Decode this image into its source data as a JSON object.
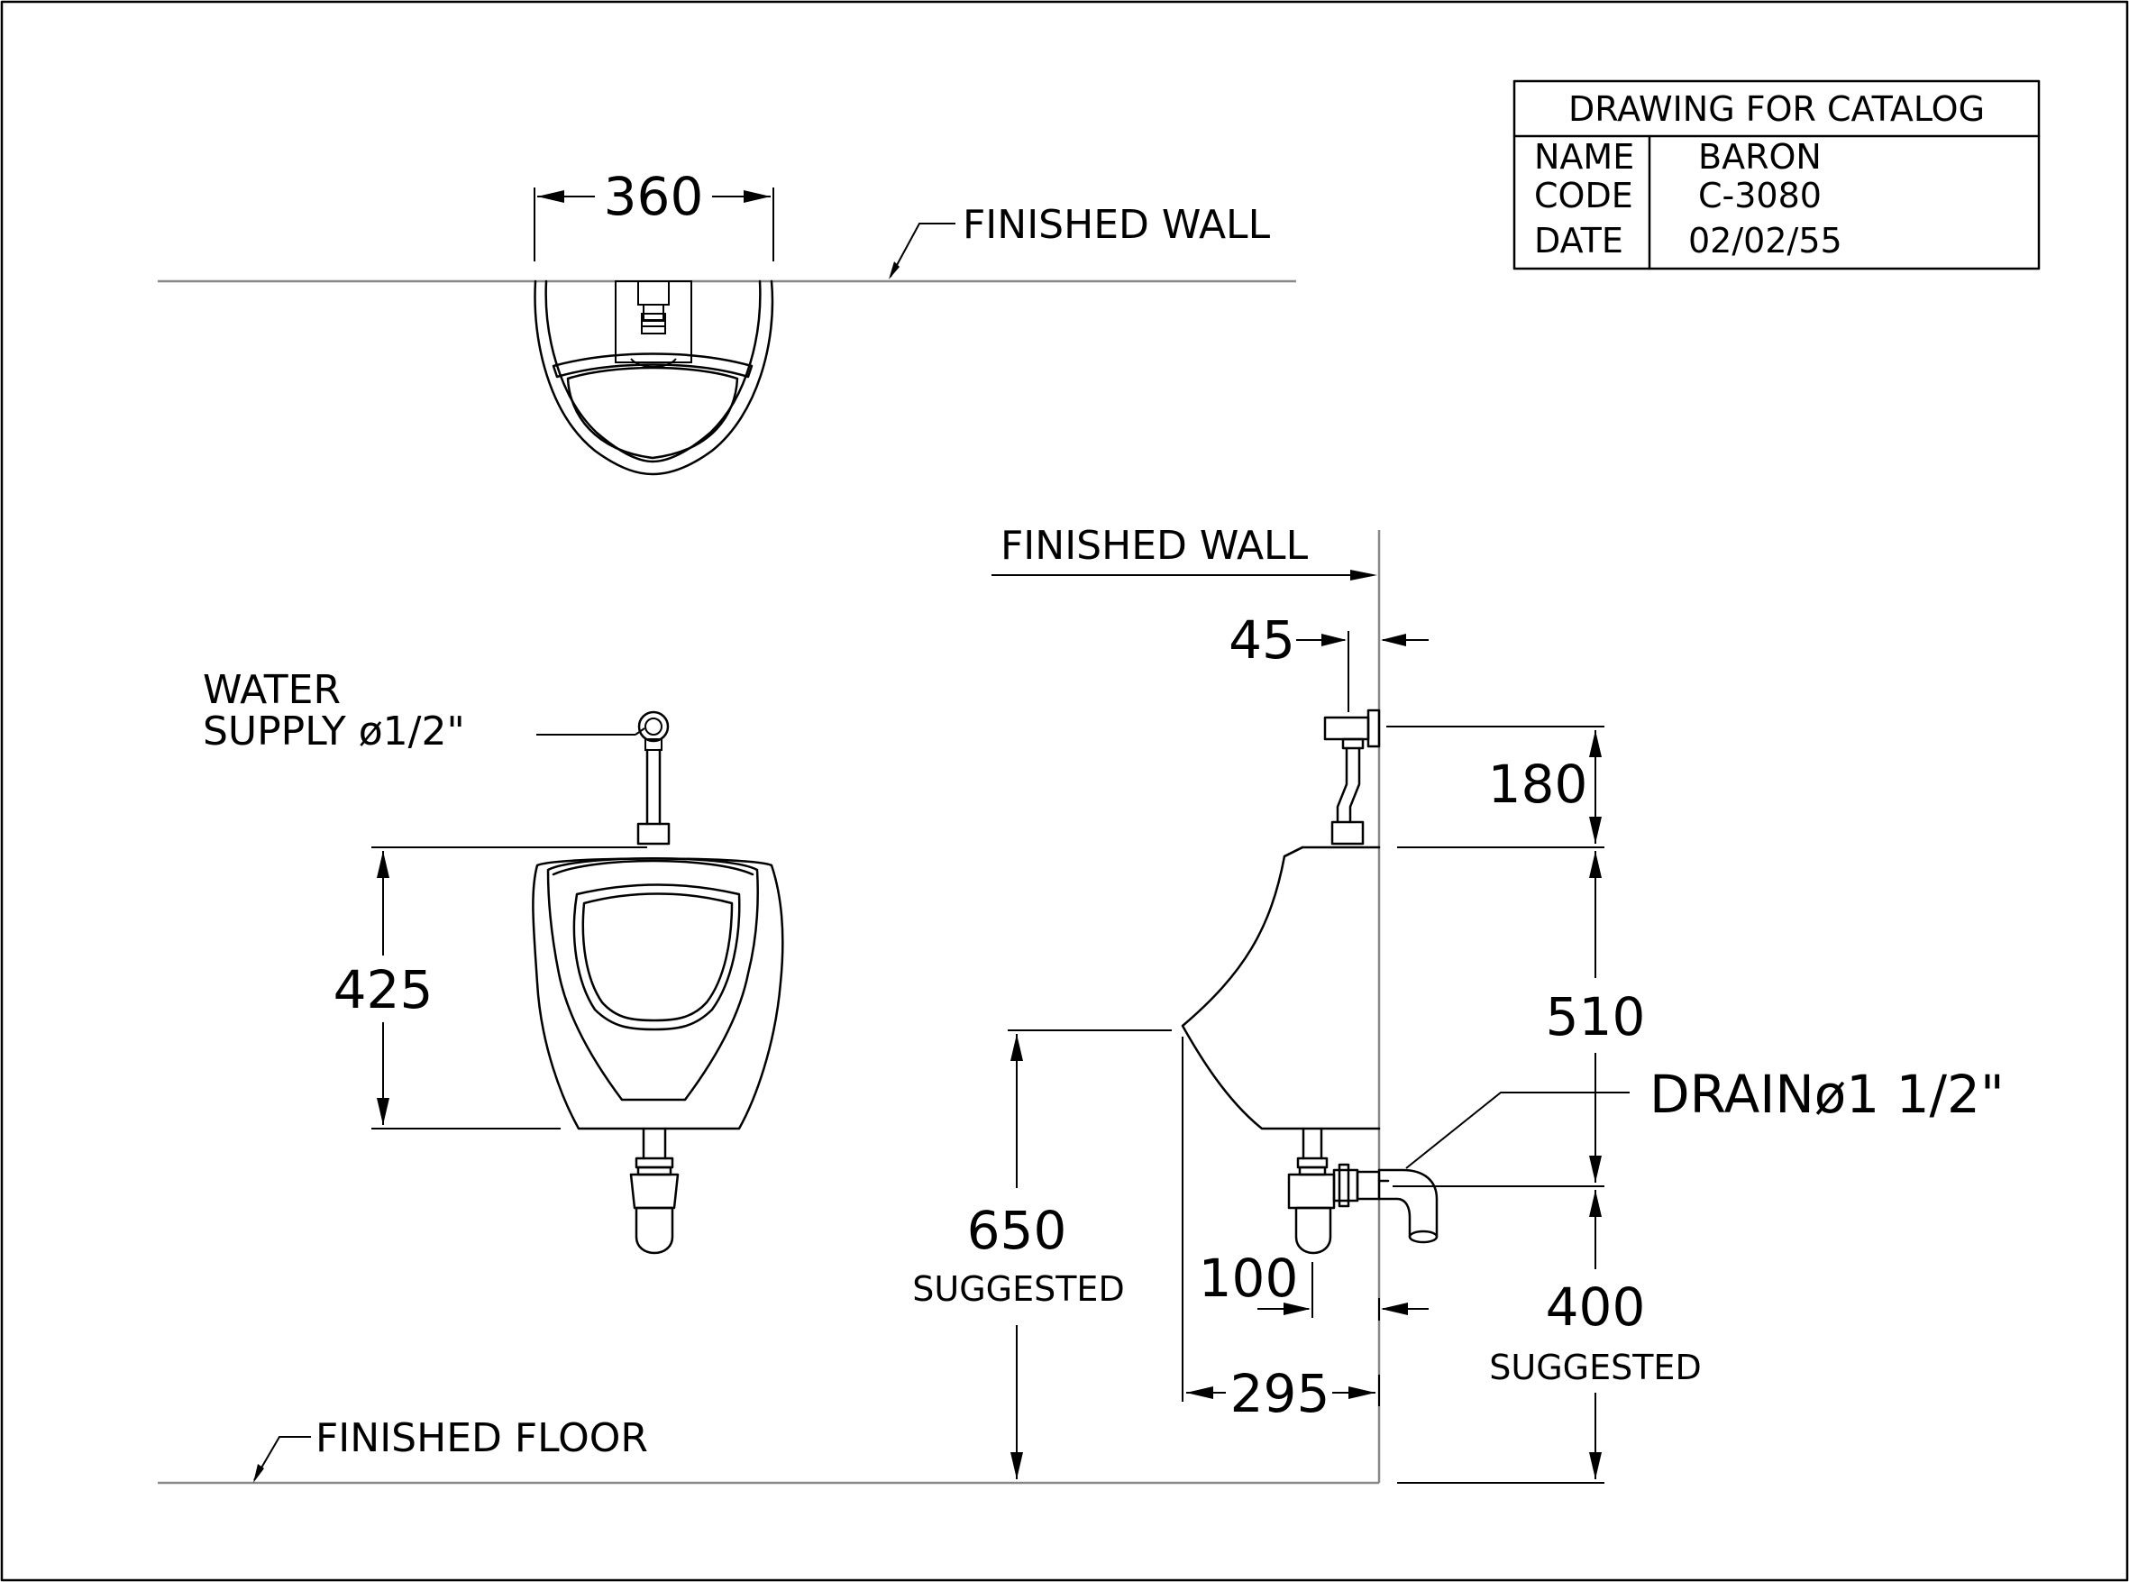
{
  "title_block": {
    "heading": "DRAWING FOR CATALOG",
    "rows": [
      {
        "label": "NAME",
        "value": "BARON"
      },
      {
        "label": "CODE",
        "value": "C-3080"
      },
      {
        "label": "DATE",
        "value": "02/02/55"
      }
    ]
  },
  "labels": {
    "finished_wall_top": "FINISHED WALL",
    "finished_wall_side": "FINISHED WALL",
    "finished_floor": "FINISHED FLOOR",
    "water_supply_line1": "WATER",
    "water_supply_line2": "SUPPLY ø1/2\"",
    "drain": "DRAINø1 1/2\"",
    "suggested_650": "SUGGESTED",
    "suggested_400": "SUGGESTED"
  },
  "dimensions": {
    "width_top": "360",
    "height_front": "425",
    "wall_offset": "45",
    "supply_height": "180",
    "body_height": "510",
    "rim_height": "650",
    "drain_offset": "100",
    "depth": "295",
    "drain_height": "400"
  },
  "colors": {
    "line": "#000000",
    "wall_line": "#888888",
    "background": "#ffffff"
  }
}
